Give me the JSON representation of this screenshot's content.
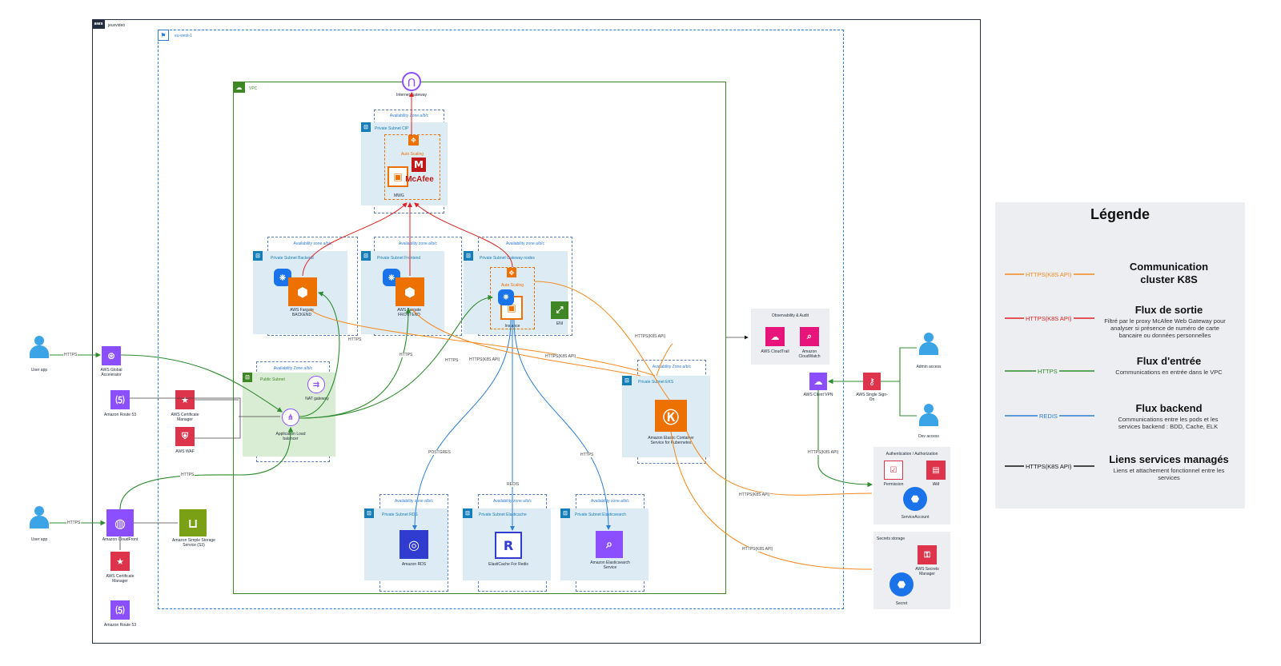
{
  "diagram": {
    "aws_cloud_label": "jeuxvideo",
    "region_label": "eu-west-1",
    "vpc_label": "VPC",
    "nodes": {
      "internet_gateway": "Internet Gateway",
      "az_top": "Availability Zone a/b/c",
      "private_subnet_cip": "Private Subnet CIP",
      "auto_scaling_top": "Auto Scaling",
      "mcafee": "McAfee",
      "mwg": "MWG",
      "az_backend": "Availability zone a/b/c",
      "private_subnet_backend": "Private Subnet Backend",
      "fargate_backend": "AWS Fargate BACKEND",
      "az_frontend": "Availability zone a/b/c",
      "private_subnet_frontend": "Private Subnet Frontend",
      "fargate_frontend": "AWS Fargate FRONTEND",
      "az_gateway": "Availability zone a/b/c",
      "private_subnet_gateway": "Private Subnet Gateway nodes",
      "auto_scaling_mid": "Auto Scaling",
      "instance": "Instance",
      "eni": "ENI",
      "az_public": "Availability Zone a/b/c",
      "public_subnet": "Public Subnet",
      "nat_gateway": "NAT gateway",
      "alb": "Application Load balancer",
      "az_eks": "Availability Zone a/b/c",
      "private_subnet_eks": "Private Subnet EKS",
      "eks": "Amazon Elastic Container Service for Kubernetes",
      "az_rds": "Availability zone a/b/c",
      "private_subnet_rds": "Private Subnet RDS",
      "rds": "Amazon RDS",
      "az_cache": "Availability zone a/b/c",
      "private_subnet_cache": "Private Subnet Elasticache",
      "redis": "ElastiCache For Redis",
      "az_es": "Availability zone a/b/c",
      "private_subnet_es": "Private Subnet Elasticsearch",
      "es": "Amazon Elasticsearch Service",
      "user_app_1": "User app",
      "user_app_2": "User app",
      "global_accelerator": "AWS Global Accelerator",
      "route53_1": "Amazon Route 53",
      "cert_manager_1": "AWS Certificate Manager",
      "waf": "AWS WAF",
      "cloudfront": "Amazon CloudFront",
      "s3": "Amazon Simple Storage Service (S3)",
      "cert_manager_2": "AWS Certificate Manager",
      "route53_2": "Amazon Route 53",
      "observability_title": "Observability & Audit",
      "cloudtrail": "AWS CloudTrail",
      "cloudwatch": "Amazon CloudWatch",
      "client_vpn": "AWS Client VPN",
      "sso": "AWS Single Sign-On",
      "admin_access": "Admin access",
      "dev_access": "Dev access",
      "auth_title": "Authentication / Authorization",
      "permission": "Permission",
      "iam": "IAM",
      "service_account": "ServiceAccount",
      "secrets_title": "Secrets storage",
      "secrets_manager": "AWS Secrets Manager",
      "secret": "Secret"
    },
    "link_labels": {
      "https_user1": "HTTPS",
      "https_user2": "HTTPS",
      "https_alb_backend": "HTTPS",
      "https_alb_frontend": "HTTPS",
      "https_alb_gateway": "HTTPS",
      "https_cloudfront": "HTTPS",
      "https_k8s_1": "HTTPS(K8S API)",
      "https_k8s_2": "HTTPS(K8S API)",
      "https_k8s_3": "HTTPS(K8S API)",
      "https_k8s_4": "HTTPS(K8S API)",
      "https_k8s_5": "HTTPS(K8S API)",
      "https_k8s_6": "HTTPS(K8S API)",
      "postgres": "POSTGRES",
      "redis_link": "REDIS",
      "https_es": "HTTPS"
    }
  },
  "legend": {
    "title": "Légende",
    "items": [
      {
        "line_label": "HTTPS(K8S API)",
        "color": "#f5891f",
        "title": "Communication cluster K8S",
        "desc": ""
      },
      {
        "line_label": "HTTPS(K8S API)",
        "color": "#e02020",
        "title": "Flux de sortie",
        "desc": "Filtré par le proxy McAfee Web Gateway pour analyser si présence de numéro de carte bancaire ou données personnelles"
      },
      {
        "line_label": "HTTPS",
        "color": "#2e8b2e",
        "title": "Flux d'entrée",
        "desc": "Communications en entrée dans le VPC"
      },
      {
        "line_label": "REDIS",
        "color": "#2b7fd4",
        "title": "Flux backend",
        "desc": "Communications entre les pods et les services backend : BDD, Cache, ELK"
      },
      {
        "line_label": "HTTPS(K8S API)",
        "color": "#111111",
        "title": "Liens services managés",
        "desc": "Liens et attachement fonctionnel entre les services"
      }
    ]
  }
}
